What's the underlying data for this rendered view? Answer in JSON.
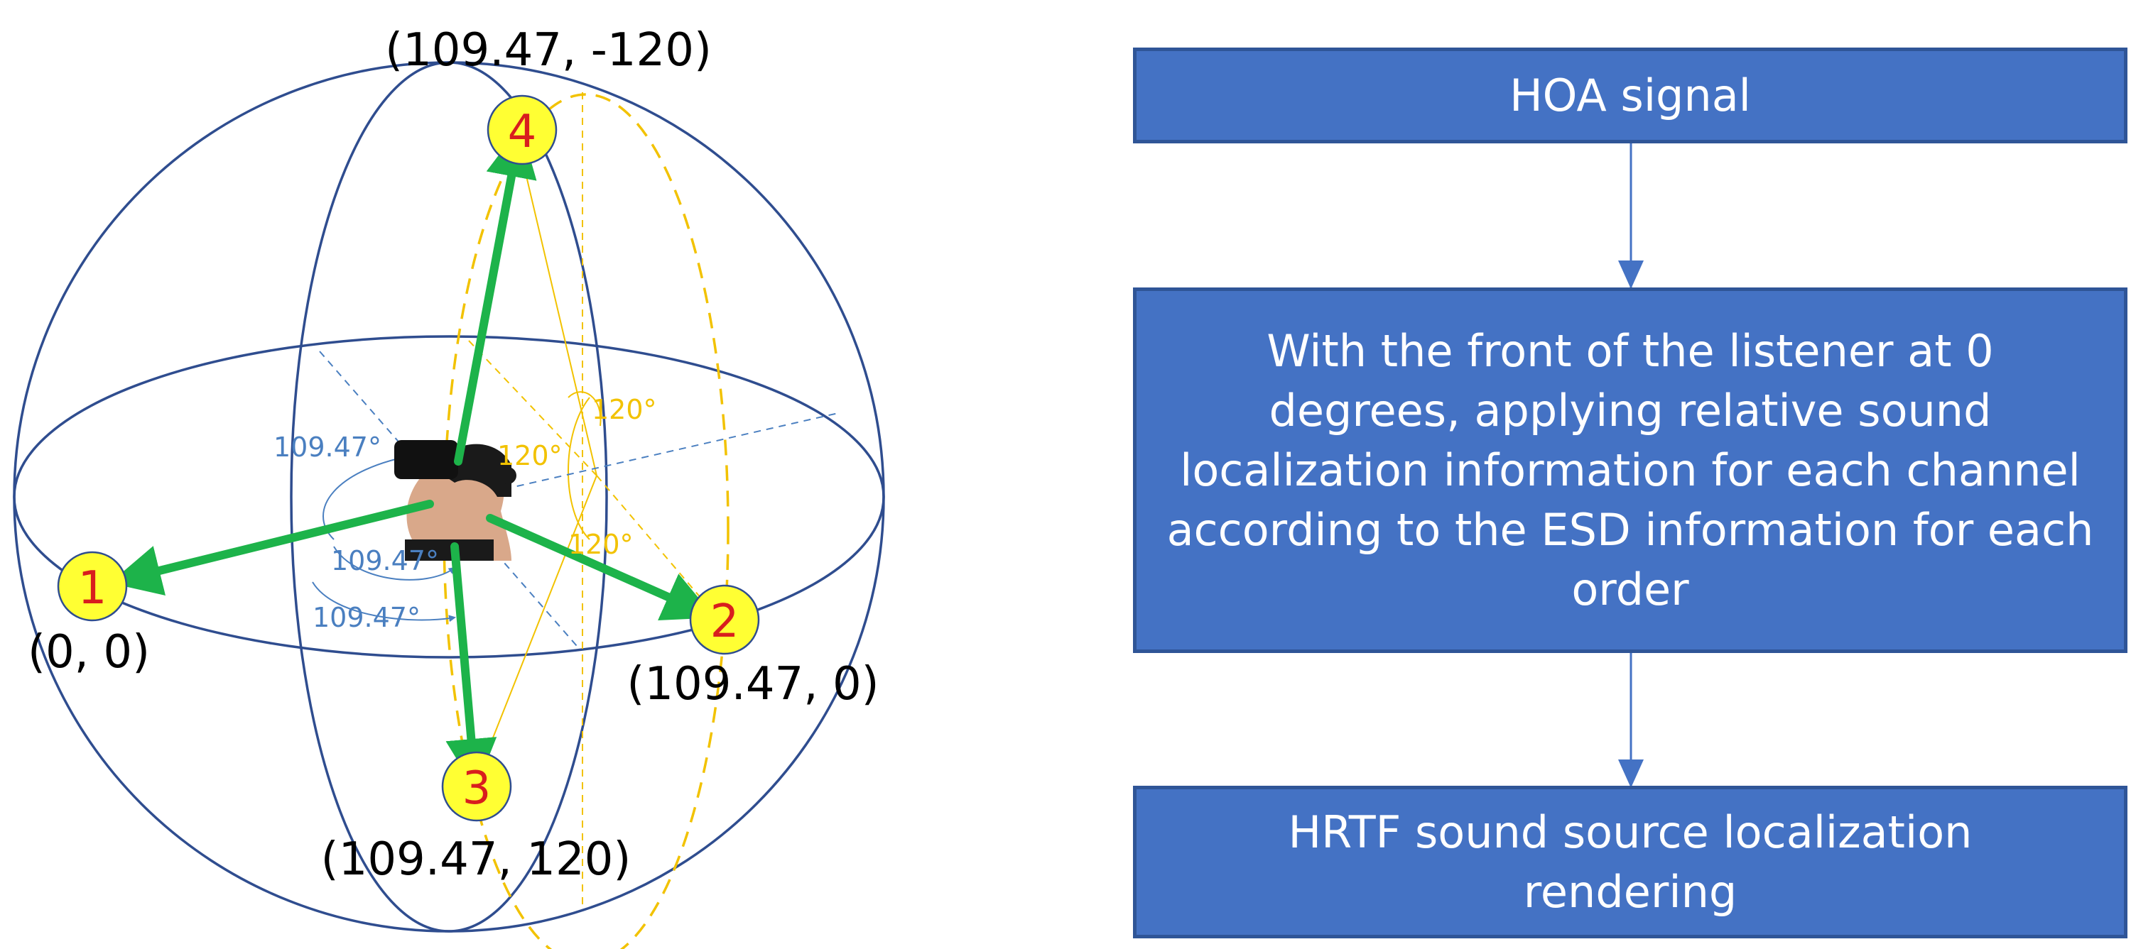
{
  "sphere": {
    "nodes": [
      {
        "number": "1",
        "coord": "(0, 0)"
      },
      {
        "number": "2",
        "coord": "(109.47, 0)"
      },
      {
        "number": "3",
        "coord": "(109.47, 120)"
      },
      {
        "number": "4",
        "coord": "(109.47, -120)"
      }
    ],
    "angles_blue": [
      "109.47°",
      "109.47°",
      "109.47°"
    ],
    "angles_yellow": [
      "120°",
      "120°",
      "120°"
    ],
    "colors": {
      "sphere_outline": "#2f4d8f",
      "arrow": "#1db34a",
      "node_fill": "#ffff33",
      "node_number": "#d81e1e",
      "ellipse_dashed": "#f2c200",
      "angle_blue": "#4a7fc0"
    }
  },
  "flow": {
    "steps": [
      {
        "text": "HOA signal"
      },
      {
        "text": "With the front of the listener at 0 degrees, applying relative sound localization information for each channel according to the ESD information for each order"
      },
      {
        "text": "HRTF sound source localization rendering"
      }
    ],
    "colors": {
      "box_fill": "#4472c4",
      "box_border": "#2f5597",
      "arrow": "#4472c4"
    }
  }
}
